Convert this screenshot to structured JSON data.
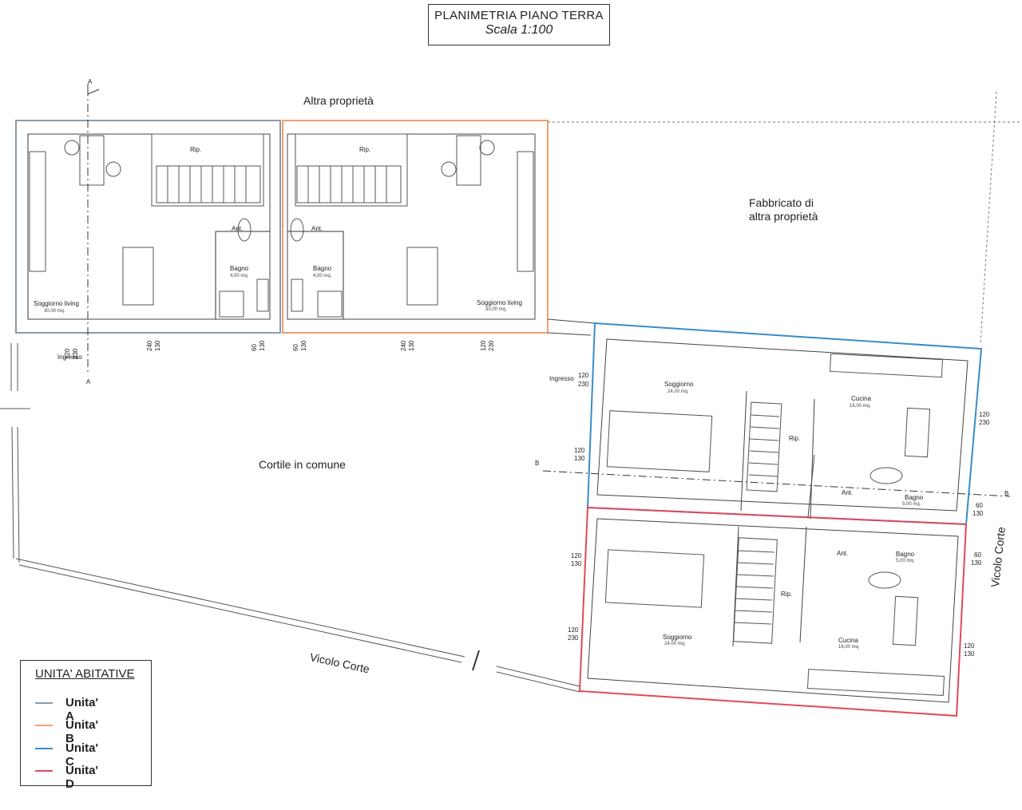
{
  "title": {
    "main": "PLANIMETRIA PIANO TERRA",
    "scale": "Scala 1:100"
  },
  "labels": {
    "altra_proprieta": "Altra proprietà",
    "fabbricato_line1": "Fabbricato di",
    "fabbricato_line2": "altra proprietà",
    "cortile": "Cortile in comune",
    "vicolo_bottom": "Vicolo Corte",
    "vicolo_right": "Vicolo Corte",
    "section_a": "A",
    "section_b": "B",
    "ingresso": "Ingresso"
  },
  "rooms": {
    "a_rip": "Rip.",
    "a_ant": "Ant.",
    "a_bagno": "Bagno",
    "a_bagno_area": "4,00 mq.",
    "a_soggiorno": "Soggiorno living",
    "a_soggiorno_area": "30,00 mq.",
    "b_rip": "Rip.",
    "b_ant": "Ant.",
    "b_bagno": "Bagno",
    "b_bagno_area": "4,00 mq.",
    "b_soggiorno": "Soggiorno living",
    "b_soggiorno_area": "30,00 mq.",
    "c_soggiorno": "Soggiorno",
    "c_soggiorno_area": "24,00 mq.",
    "c_cucina": "Cucina",
    "c_cucina_area": "16,00 mq.",
    "c_rip": "Rip.",
    "c_ant": "Ant.",
    "c_bagno": "Bagno",
    "c_bagno_area": "5,00 mq.",
    "d_soggiorno": "Soggiorno",
    "d_soggiorno_area": "24,00 mq.",
    "d_cucina": "Cucina",
    "d_cucina_area": "16,00 mq.",
    "d_rip": "Rip.",
    "d_ant": "Ant.",
    "d_bagno": "Bagno",
    "d_bagno_area": "5,00 mq."
  },
  "openings": {
    "o1": [
      "120",
      "230"
    ],
    "o2": [
      "240",
      "130"
    ],
    "o3": [
      "60",
      "130"
    ],
    "o4": [
      "60",
      "130"
    ],
    "o5": [
      "240",
      "130"
    ],
    "o6": [
      "120",
      "230"
    ],
    "c_ingresso": [
      "120",
      "230"
    ],
    "c_left": [
      "120",
      "130"
    ],
    "c_right_top": [
      "120",
      "230"
    ],
    "c_right_bath": [
      "60",
      "130"
    ],
    "d_left_top": [
      "120",
      "130"
    ],
    "d_left_bottom": [
      "120",
      "230"
    ],
    "d_right_bath": [
      "60",
      "130"
    ],
    "d_right_bottom": [
      "120",
      "130"
    ]
  },
  "legend": {
    "title": "UNITA' ABITATIVE",
    "items": [
      {
        "label": "Unita' A",
        "color": "#8a9aa8"
      },
      {
        "label": "Unita' B",
        "color": "#f0a070"
      },
      {
        "label": "Unita' C",
        "color": "#3a8cc8"
      },
      {
        "label": "Unita' D",
        "color": "#e04a5a"
      }
    ]
  },
  "colors": {
    "unit_a": "#8a9aa8",
    "unit_b": "#f0a070",
    "unit_c": "#3a8cc8",
    "unit_d": "#e04a5a"
  }
}
